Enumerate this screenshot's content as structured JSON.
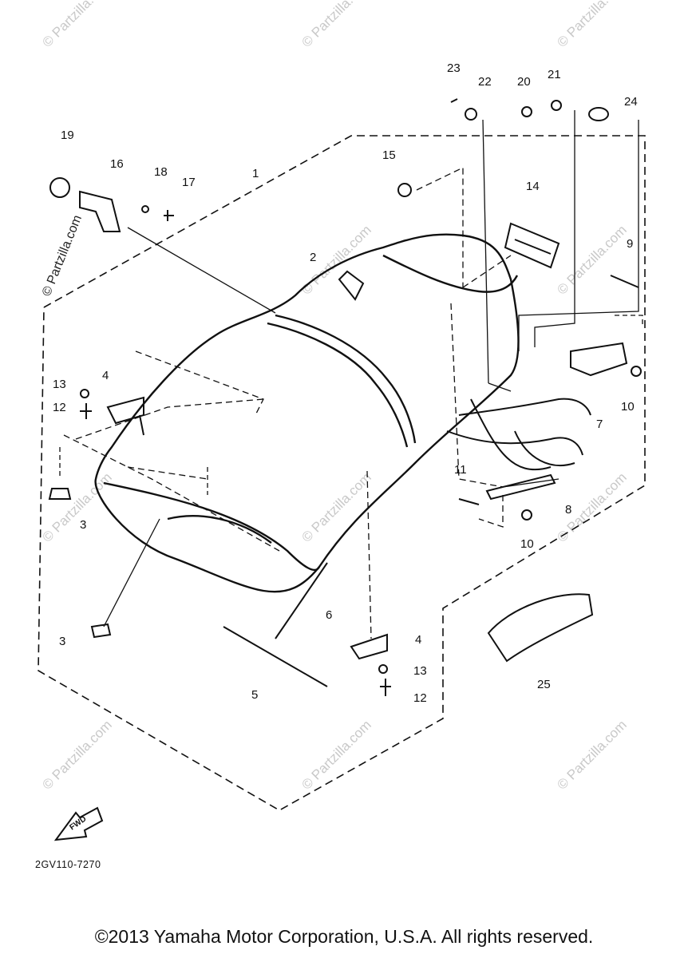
{
  "diagram": {
    "callouts": [
      "1",
      "2",
      "3",
      "3",
      "4",
      "4",
      "5",
      "6",
      "7",
      "8",
      "9",
      "10",
      "10",
      "11",
      "12",
      "12",
      "13",
      "13",
      "14",
      "15",
      "16",
      "17",
      "18",
      "19",
      "20",
      "21",
      "22",
      "23",
      "24",
      "25"
    ],
    "part_number": "2GV110-7270",
    "fwd_label": "FWD",
    "watermark": "© Partzilla.com"
  },
  "footer": {
    "copyright": "©2013 Yamaha Motor Corporation, U.S.A. All rights reserved."
  },
  "colors": {
    "ink": "#111111",
    "watermark": "#c9c9c9",
    "background": "#ffffff"
  }
}
